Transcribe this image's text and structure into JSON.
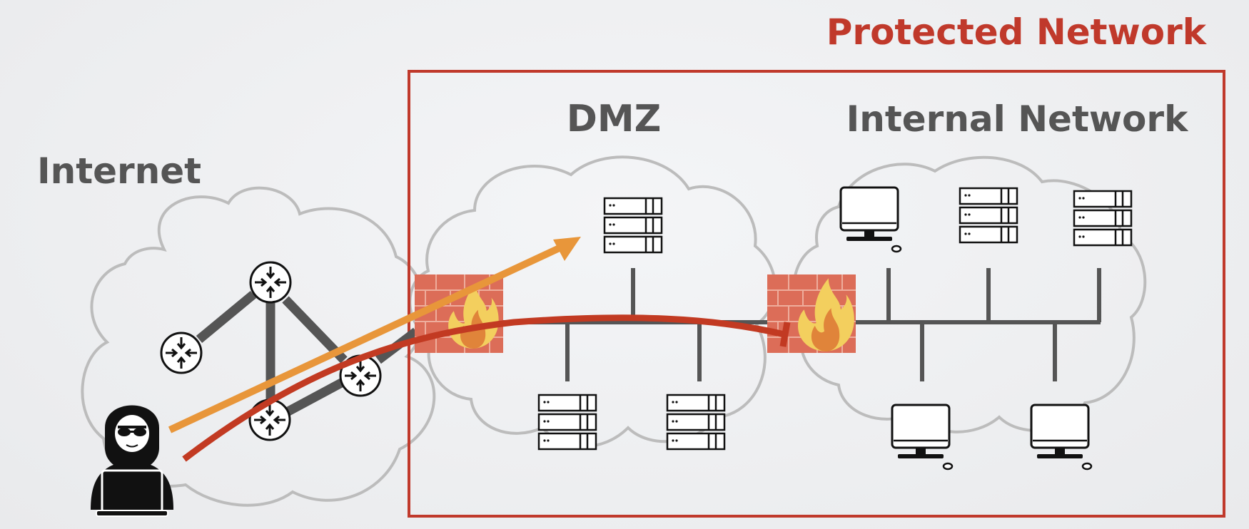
{
  "labels": {
    "protected": "Protected Network",
    "dmz": "DMZ",
    "internal": "Internal Network",
    "internet": "Internet"
  },
  "colors": {
    "protected": "#c0392b",
    "label": "#555555",
    "cloud": "#bcbcbc",
    "link": "#555555",
    "orange_arrow": "#e8963a",
    "red_path": "#c23a22",
    "brick": "#d9634e",
    "flame_outer": "#f3cf5e",
    "flame_inner": "#e0843a"
  },
  "icons": {
    "attacker": "hooded-hacker-laptop-icon",
    "router": "router-icon",
    "firewall": "firewall-icon",
    "server": "server-rack-icon",
    "workstation": "desktop-computer-icon"
  }
}
